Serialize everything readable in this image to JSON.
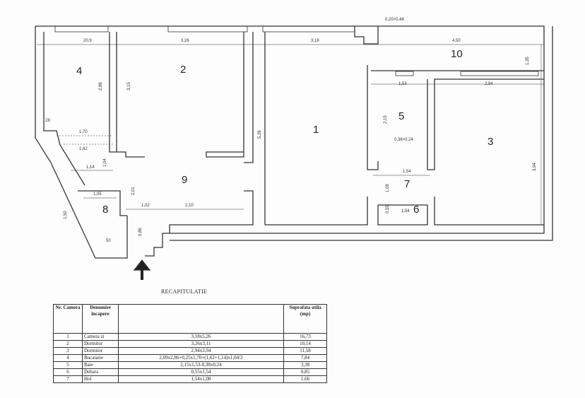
{
  "rooms": {
    "r1": "1",
    "r2": "2",
    "r3": "3",
    "r4": "4",
    "r5": "5",
    "r6": "6",
    "r7": "7",
    "r8": "8",
    "r9": "9",
    "r10": "10"
  },
  "dimensions": {
    "d209": "20,9",
    "d326": "3,26",
    "d318": "3,18",
    "d450": "4,50",
    "d020": "0,20×0,48",
    "d135": "1,35",
    "d286": "2,86",
    "d315": "3,15",
    "d526": "5,26",
    "d153": "1,53",
    "d294": "2,94",
    "d215": "2,15",
    "d038": "0,38×0,24",
    "d154a": "1,54",
    "d108": "1,08",
    "d154b": "1,54",
    "d095": "0,55",
    "d394": "3,94",
    "d028": "28",
    "d170": "1,70",
    "d162": "1,62",
    "d114": "1,14",
    "d104": "1,04",
    "d105": "1,05",
    "d201": "2,01",
    "d102": "1,02",
    "d210": "2,10",
    "d150": "1,50",
    "d050": "50",
    "d086": "0,86"
  },
  "recap": {
    "title": "RECAPITULATIE",
    "headers": [
      "Nr. Camera",
      "Denumire incapere",
      "",
      "Suprafata utila (mp)"
    ],
    "rows": [
      [
        "1",
        "Camera zi",
        "3,18x5,26",
        "16,73"
      ],
      [
        "2",
        "Dormitor",
        "3,26x3,11",
        "10,14"
      ],
      [
        "3",
        "Dormitor",
        "2,94x3,94",
        "11,58"
      ],
      [
        "4",
        "Bucatarie",
        "2,09x2,86+0,25x1,70+(1,62+1,14)x1,04/2",
        "7,84"
      ],
      [
        "5",
        "Baie",
        "2,15x1,53-0,38x0,24",
        "3,38"
      ],
      [
        "6",
        "Debara",
        "0,55x1,54",
        "0,85"
      ],
      [
        "7",
        "Hol",
        "1,54x1,08",
        "1,66"
      ]
    ]
  }
}
